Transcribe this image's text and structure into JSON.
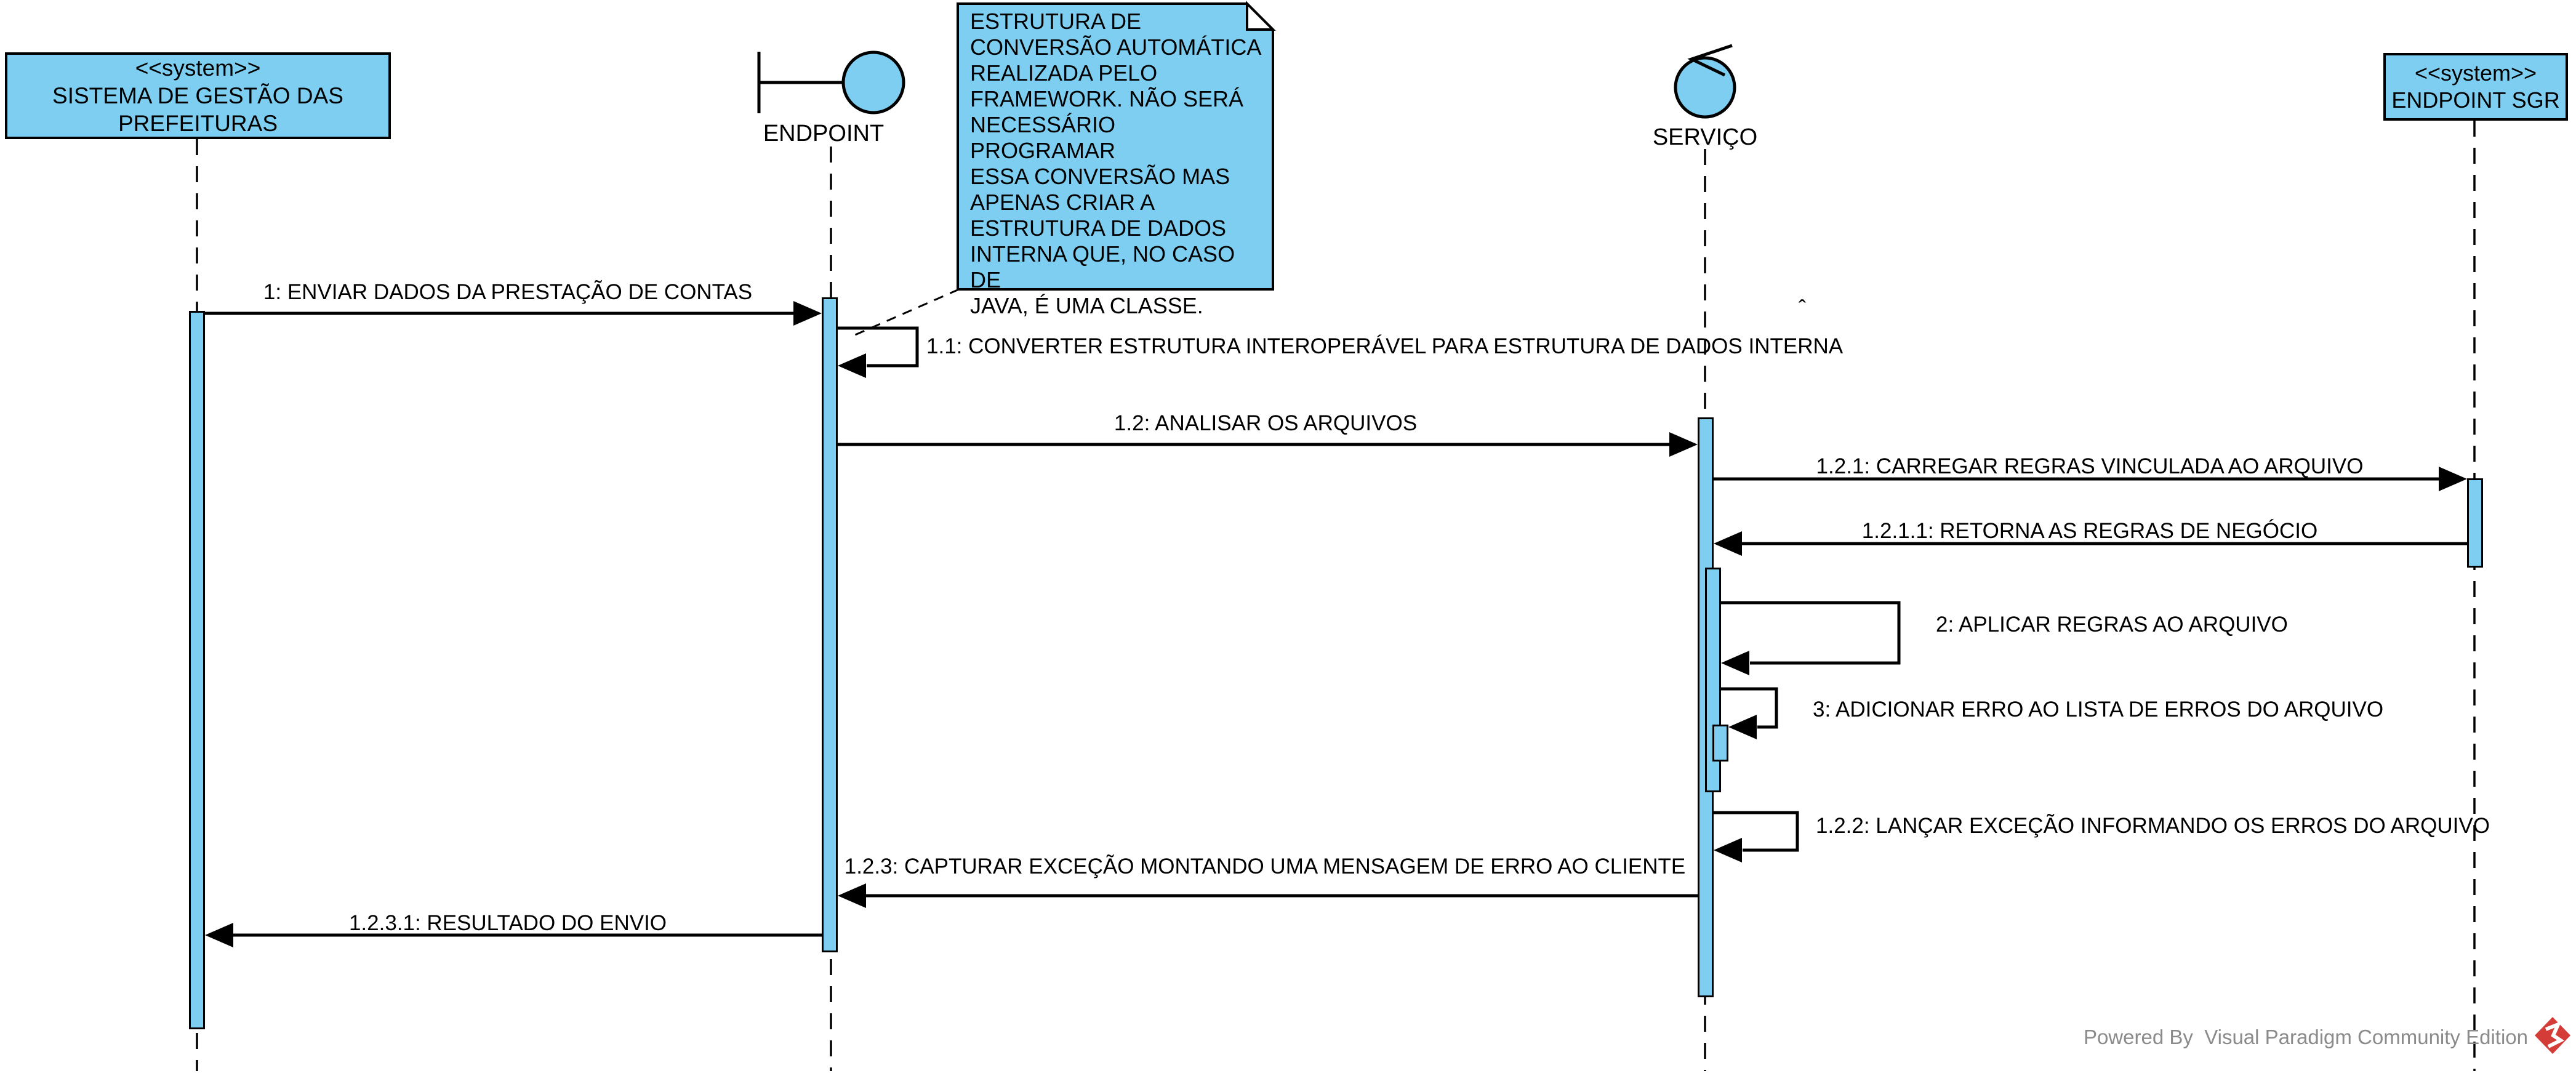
{
  "diagram_title": "",
  "colors": {
    "shape_fill": "#7DCEF0",
    "stroke": "#000000",
    "footer_text": "#8B8B8B",
    "logo_red": "#D43C38",
    "background": "#FFFFFF"
  },
  "actors": {
    "sistema": {
      "stereotype": "<<system>>",
      "name": "SISTEMA DE GESTÃO DAS PREFEITURAS"
    },
    "endpoint": {
      "name": "ENDPOINT"
    },
    "servico": {
      "name": "SERVIÇO"
    },
    "endpoint_sgr": {
      "stereotype": "<<system>>",
      "name": "ENDPOINT SGR"
    }
  },
  "note": {
    "text": "ESTRUTURA DE\nCONVERSÃO AUTOMÁTICA\nREALIZADA PELO\nFRAMEWORK. NÃO SERÁ\nNECESSÁRIO PROGRAMAR\nESSA CONVERSÃO MAS\nAPENAS CRIAR A\nESTRUTURA DE DADOS\nINTERNA QUE, NO CASO DE\nJAVA, É UMA CLASSE."
  },
  "messages": {
    "m1": {
      "label": "1: ENVIAR DADOS DA PRESTAÇÃO DE CONTAS"
    },
    "m1_1": {
      "label": "1.1: CONVERTER ESTRUTURA INTEROPERÁVEL PARA ESTRUTURA DE DADOS INTERNA",
      "accent": "ˆ"
    },
    "m1_2": {
      "label": "1.2: ANALISAR OS ARQUIVOS"
    },
    "m1_2_1": {
      "label": "1.2.1: CARREGAR REGRAS VINCULADA AO ARQUIVO"
    },
    "m1_2_1_1": {
      "label": "1.2.1.1: RETORNA AS REGRAS DE NEGÓCIO"
    },
    "m2": {
      "label": "2: APLICAR REGRAS AO ARQUIVO"
    },
    "m3": {
      "label": "3: ADICIONAR ERRO AO LISTA DE ERROS DO ARQUIVO"
    },
    "m1_2_2": {
      "label": "1.2.2: LANÇAR EXCEÇÃO INFORMANDO OS ERROS DO ARQUIVO"
    },
    "m1_2_3": {
      "label": "1.2.3: CAPTURAR EXCEÇÃO MONTANDO UMA MENSAGEM DE ERRO AO CLIENTE"
    },
    "m1_2_3_1": {
      "label": "1.2.3.1: RESULTADO DO ENVIO"
    }
  },
  "footer": {
    "powered_by": "Powered By  Visual Paradigm Community Edition"
  }
}
